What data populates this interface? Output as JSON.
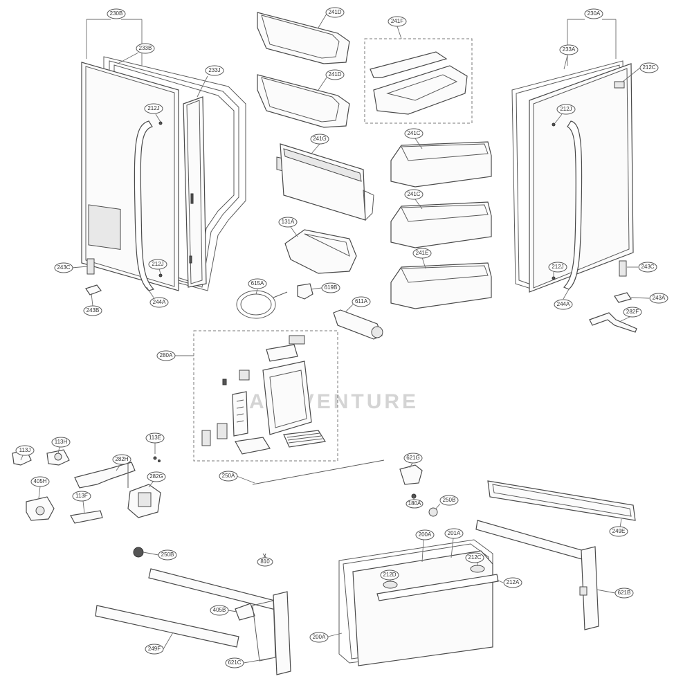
{
  "watermark": "APPVENTURE",
  "callouts": {
    "c230b": "230B",
    "c233b": "233B",
    "c233j": "233J",
    "c212j_left": "212J",
    "c212j_left_low": "212J",
    "c243c_left": "243C",
    "c243b": "243B",
    "c244a_left": "244A",
    "c241d_top": "241D",
    "c241d_mid": "241D",
    "c241f": "241F",
    "c241g": "241G",
    "c241c_top": "241C",
    "c241c_mid": "241C",
    "c241e": "241E",
    "c131a": "131A",
    "c615a": "615A",
    "c619b": "619B",
    "c611a": "611A",
    "c280a": "280A",
    "c230a": "230A",
    "c233a": "233A",
    "c212c_right": "212C",
    "c212j_right": "212J",
    "c212j_right_low": "212J",
    "c243c_right": "243C",
    "c243a": "243A",
    "c282f": "282F",
    "c244a_right": "244A",
    "c113j": "113J",
    "c113h": "113H",
    "c113e": "113E",
    "c282h": "282H",
    "c282g": "282G",
    "c405h": "405H",
    "c113f": "113F",
    "c250a": "250A",
    "c621g": "621G",
    "c180a": "180A",
    "c250b_small": "250B",
    "c249e": "249E",
    "c250b": "250B",
    "c810": "810",
    "c200a": "200A",
    "c201a": "201A",
    "c212c_draw": "212C",
    "c212d": "212D",
    "c212a": "212A",
    "c200a_side": "200A",
    "c621b": "621B",
    "c405b": "405B",
    "c249f": "249F",
    "c621c": "621C"
  }
}
